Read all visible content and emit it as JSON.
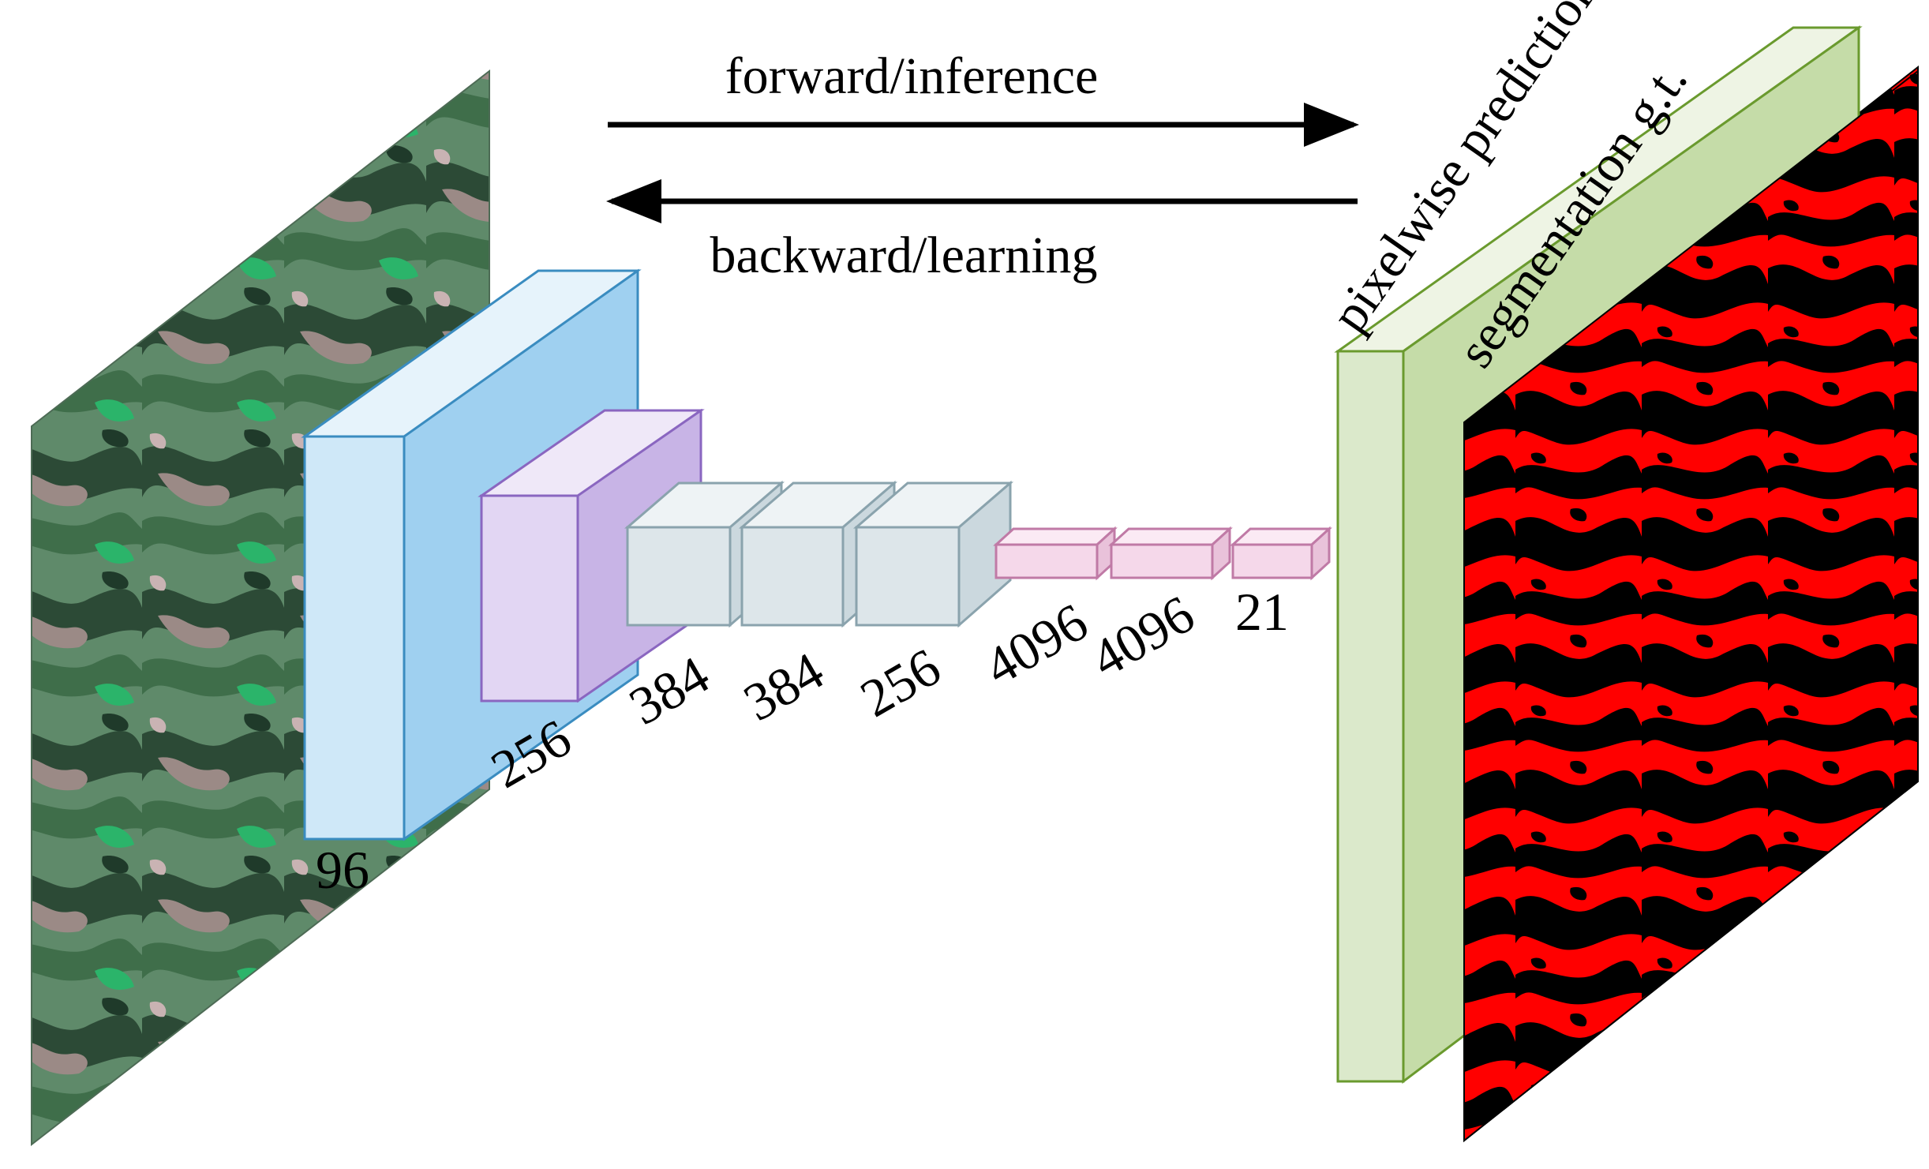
{
  "arrows": {
    "forward_label": "forward/inference",
    "backward_label": "backward/learning"
  },
  "layers": [
    {
      "label": "96"
    },
    {
      "label": "256"
    },
    {
      "label": "384"
    },
    {
      "label": "384"
    },
    {
      "label": "256"
    },
    {
      "label": "4096"
    },
    {
      "label": "4096"
    },
    {
      "label": "21"
    }
  ],
  "output": {
    "prediction_label": "pixelwise prediction",
    "gt_label": "segmentation g.t."
  },
  "colors": {
    "conv1": "#b3dcf5",
    "conv2": "#d6c6ec",
    "conv345": "#dde6ea",
    "fc": "#f5d8ea",
    "prediction": "#d6e6c4",
    "gt_red": "#ff0000",
    "gt_black": "#000000"
  }
}
